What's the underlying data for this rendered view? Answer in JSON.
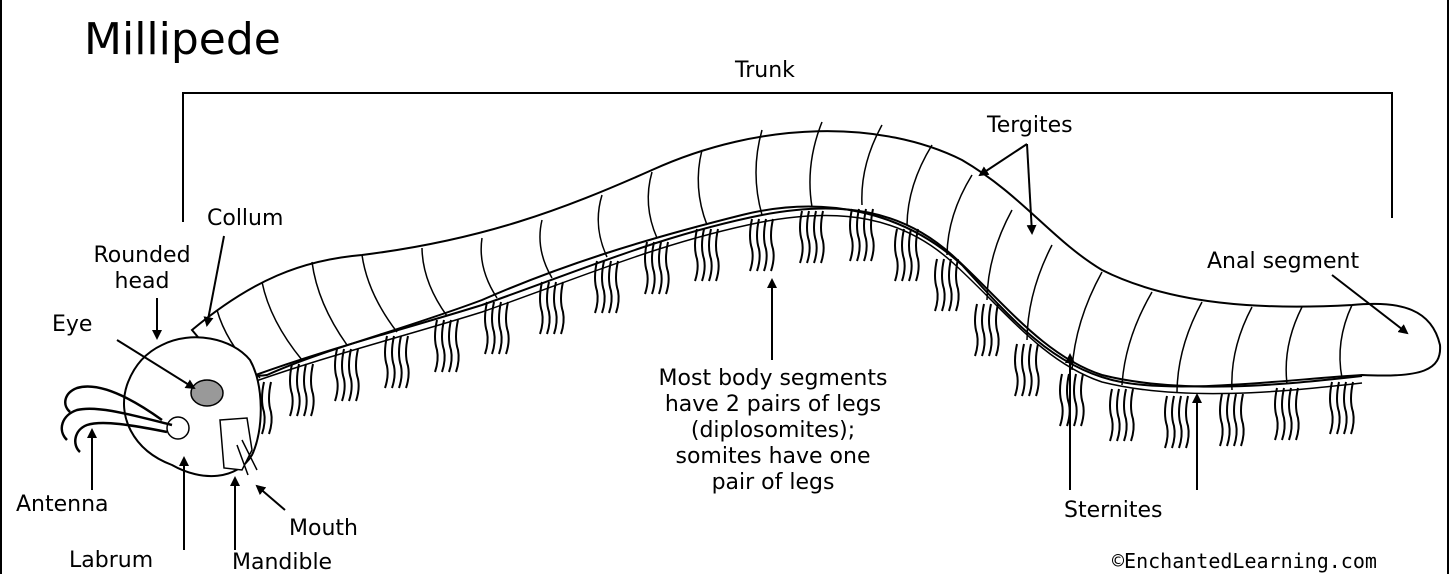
{
  "title": "Millipede",
  "labels": {
    "trunk": "Trunk",
    "tergites": "Tergites",
    "collum": "Collum",
    "rounded_head": "Rounded\nhead",
    "eye": "Eye",
    "anal_segment": "Anal segment",
    "body_segments": "Most body segments\nhave 2 pairs of legs\n(diplosomites);\nsomites have one\npair of legs",
    "antenna": "Antenna",
    "mouth": "Mouth",
    "labrum": "Labrum",
    "mandible": "Mandible",
    "sternites": "Sternites"
  },
  "credit": "©EnchantedLearning.com"
}
